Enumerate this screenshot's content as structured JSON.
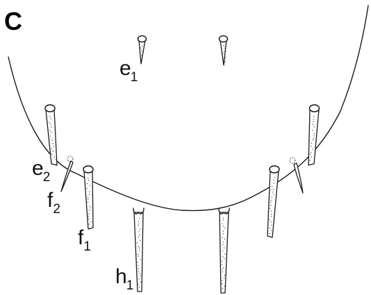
{
  "panel_label": "C",
  "setae": [
    {
      "id": "e1",
      "base": "e",
      "sub": "1"
    },
    {
      "id": "e2",
      "base": "e",
      "sub": "2"
    },
    {
      "id": "f2",
      "base": "f",
      "sub": "2"
    },
    {
      "id": "f1",
      "base": "f",
      "sub": "1"
    },
    {
      "id": "h1",
      "base": "h",
      "sub": "1"
    }
  ],
  "colors": {
    "line": "#1a1a1a",
    "background": "#ffffff"
  }
}
